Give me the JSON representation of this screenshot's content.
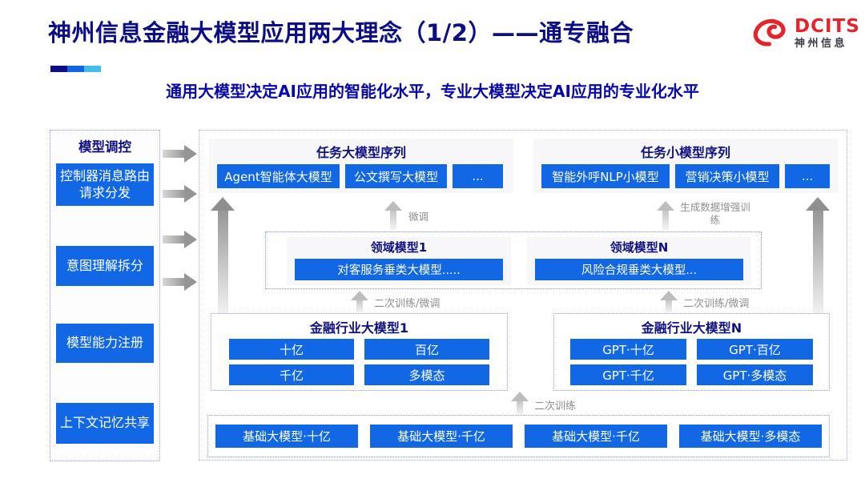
{
  "header": {
    "title": "神州信息金融大模型应用两大理念（1/2）——通专融合",
    "subtitle": "通用大模型决定AI应用的智能化水平，专业大模型决定AI应用的专业化水平",
    "logo": {
      "brand": "DCITS",
      "brand_cn": "神州信息"
    }
  },
  "sidebar": {
    "title": "模型调控",
    "items": [
      {
        "label": "控制器消息路由请求分发"
      },
      {
        "label": "意图理解拆分"
      },
      {
        "label": "模型能力注册"
      },
      {
        "label": "上下文记忆共享"
      }
    ]
  },
  "diagram": {
    "task_large": {
      "title": "任务大模型序列",
      "items": [
        "Agent智能体大模型",
        "公文撰写大模型",
        "..."
      ]
    },
    "task_small": {
      "title": "任务小模型序列",
      "items": [
        "智能外呼NLP小模型",
        "营销决策小模型",
        "..."
      ]
    },
    "domain": {
      "left": {
        "title": "领域模型1",
        "item": "对客服务垂类大模型....."
      },
      "right": {
        "title": "领域模型N",
        "item": "风险合规垂类大模型..."
      }
    },
    "industry": {
      "left": {
        "title": "金融行业大模型1",
        "items": [
          "十亿",
          "百亿",
          "千亿",
          "多模态"
        ]
      },
      "right": {
        "title": "金融行业大模型N",
        "items": [
          "GPT·十亿",
          "GPT·百亿",
          "GPT·千亿",
          "GPT·多模态"
        ]
      }
    },
    "foundation": {
      "items": [
        "基础大模型·十亿",
        "基础大模型·千亿",
        "基础大模型·千亿",
        "基础大模型·多模态"
      ]
    },
    "labels": {
      "fine_tune": "微调",
      "gen_data_train": "生成数据增强训练",
      "second_train_fine_tune": "二次训练/微调",
      "second_train": "二次训练"
    }
  },
  "colors": {
    "button_blue": "#1268e4",
    "heading_navy": "#10107e",
    "subtitle_blue": "#0808a8",
    "brand_red": "#e3242b",
    "accent_bar": [
      "#0d0d88",
      "#1266e0",
      "#44bce8"
    ],
    "arrow_gray": "#9a9a9a"
  }
}
